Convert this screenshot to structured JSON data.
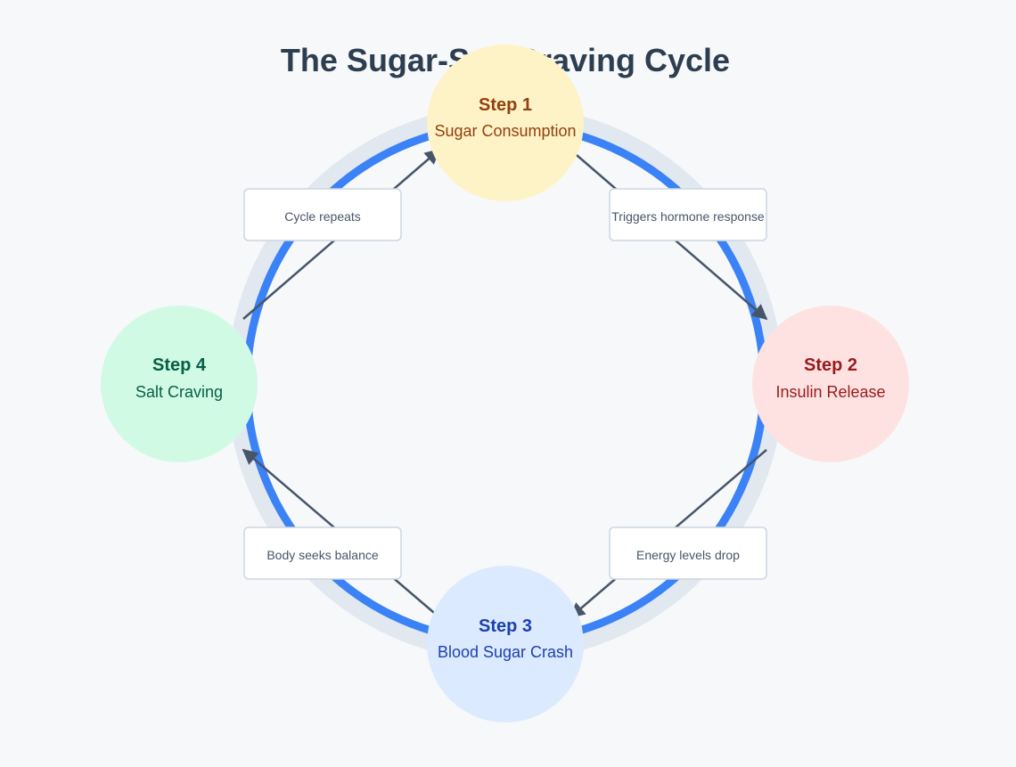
{
  "title": "The Sugar-Salt Craving Cycle",
  "steps": [
    {
      "number": "Step 1",
      "label": "Sugar Consumption",
      "fill": "#fef3c7",
      "text_color": "#92400e"
    },
    {
      "number": "Step 2",
      "label": "Insulin Release",
      "fill": "#fee2e2",
      "text_color": "#991b1b"
    },
    {
      "number": "Step 3",
      "label": "Blood Sugar Crash",
      "fill": "#dbeafe",
      "text_color": "#1e40af"
    },
    {
      "number": "Step 4",
      "label": "Salt Craving",
      "fill": "#d1fae5",
      "text_color": "#065f46"
    }
  ],
  "connectors": [
    {
      "label": "Triggers hormone response"
    },
    {
      "label": "Energy levels drop"
    },
    {
      "label": "Body seeks balance"
    },
    {
      "label": "Cycle repeats"
    }
  ],
  "colors": {
    "ring_outer": "#e2e8f0",
    "ring_inner": "#3b82f6",
    "arrow": "#475569",
    "label_box_border": "#cbd5e1",
    "label_box_fill": "#ffffff"
  }
}
